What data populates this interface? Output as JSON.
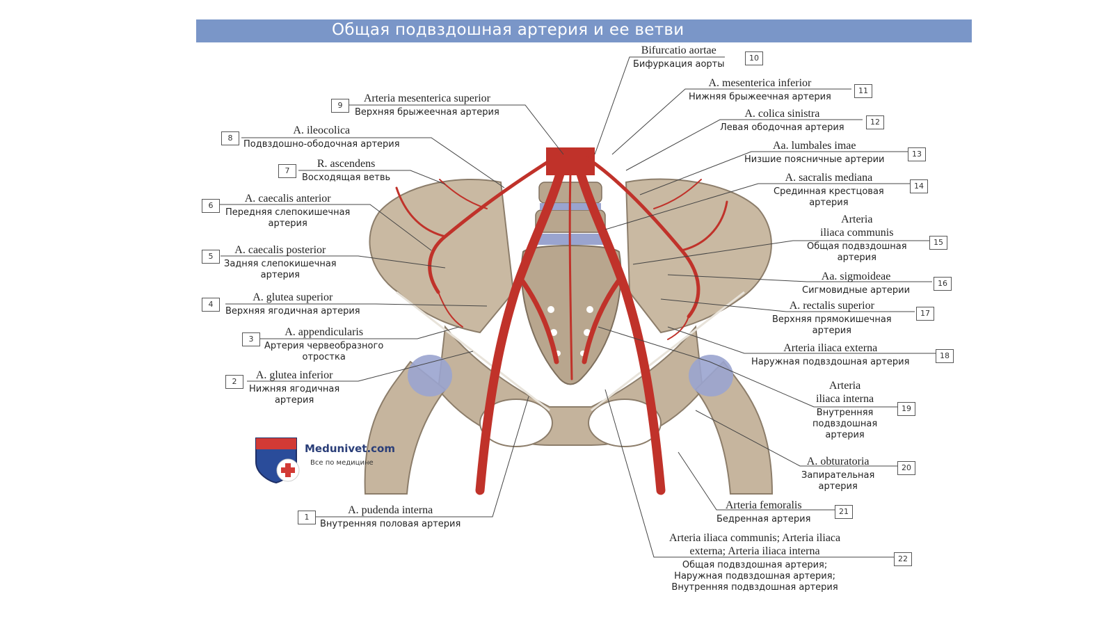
{
  "title": "Общая подвздошная артерия и ее ветви",
  "logo": {
    "name": "Medunivet.com",
    "tagline": "Все по медицине"
  },
  "colors": {
    "title_bar": "#7a96c8",
    "artery": "#c0322a",
    "bone": "#cbbba5",
    "cartilage": "#9aa4cf"
  },
  "labels": [
    {
      "num": "1",
      "latin": "A. pudenda interna",
      "russian": "Внутренняя половая артерия"
    },
    {
      "num": "2",
      "latin": "A. glutea inferior",
      "russian": "Нижняя ягодичная\nартерия"
    },
    {
      "num": "3",
      "latin": "A. appendicularis",
      "russian": "Артерия червеобразного\nотростка"
    },
    {
      "num": "4",
      "latin": "A. glutea superior",
      "russian": "Верхняя ягодичная артерия"
    },
    {
      "num": "5",
      "latin": "A. caecalis posterior",
      "russian": "Задняя слепокишечная\nартерия"
    },
    {
      "num": "6",
      "latin": "A. caecalis anterior",
      "russian": "Передняя слепокишечная\nартерия"
    },
    {
      "num": "7",
      "latin": "R. ascendens",
      "russian": "Восходящая ветвь"
    },
    {
      "num": "8",
      "latin": "A. ileocolica",
      "russian": "Подвздошно-ободочная артерия"
    },
    {
      "num": "9",
      "latin": "Arteria mesenterica superior",
      "russian": "Верхняя брыжеечная артерия"
    },
    {
      "num": "10",
      "latin": "Bifurcatio aortae",
      "russian": "Бифуркация аорты"
    },
    {
      "num": "11",
      "latin": "A. mesenterica inferior",
      "russian": "Нижняя брыжеечная артерия"
    },
    {
      "num": "12",
      "latin": "A. colica sinistra",
      "russian": "Левая ободочная артерия"
    },
    {
      "num": "13",
      "latin": "Aa. lumbales imae",
      "russian": "Низшие поясничные артерии"
    },
    {
      "num": "14",
      "latin": "A. sacralis mediana",
      "russian": "Срединная крестцовая\nартерия"
    },
    {
      "num": "15",
      "latin": "Arteria\niliaca communis",
      "russian": "Общая подвздошная\nартерия"
    },
    {
      "num": "16",
      "latin": "Aa. sigmoideae",
      "russian": "Сигмовидные артерии"
    },
    {
      "num": "17",
      "latin": "A. rectalis superior",
      "russian": "Верхняя прямокишечная\nартерия"
    },
    {
      "num": "18",
      "latin": "Arteria iliaca externa",
      "russian": "Наружная подвздошная артерия"
    },
    {
      "num": "19",
      "latin": "Arteria\niliaca interna",
      "russian": "Внутренняя\nподвздошная\nартерия"
    },
    {
      "num": "20",
      "latin": "A. obturatoria",
      "russian": "Запирательная\nартерия"
    },
    {
      "num": "21",
      "latin": "Arteria femoralis",
      "russian": "Бедренная артерия"
    },
    {
      "num": "22",
      "latin": "Arteria iliaca communis; Arteria iliaca\nexterna; Arteria iliaca interna",
      "russian": "Общая подвздошная артерия;\nНаружная подвздошная артерия;\nВнутренняя подвздошная артерия"
    }
  ]
}
